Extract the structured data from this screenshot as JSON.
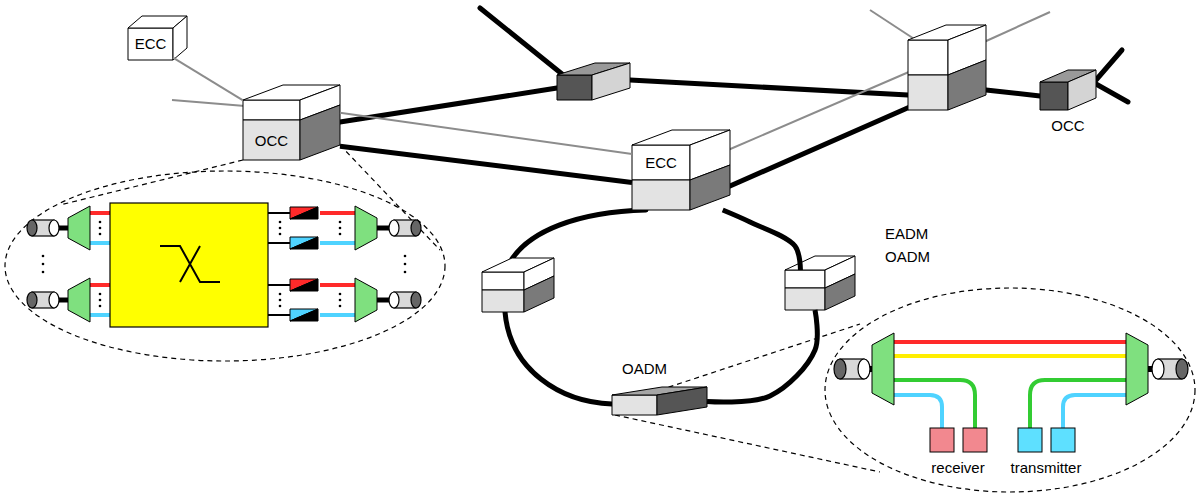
{
  "diagram": {
    "nodes": [
      {
        "text": [
          "ECC"
        ]
      },
      {
        "text": [
          "OCC"
        ]
      },
      {
        "text": [
          "ECC"
        ]
      },
      {
        "text": [
          "OCC"
        ]
      },
      {
        "text": [
          "EADM",
          "OADM"
        ]
      },
      {
        "text": [
          "OADM"
        ]
      }
    ],
    "edges": [
      {
        "from": 0,
        "to": 1,
        "arrow": "none"
      },
      {
        "from": 1,
        "to": 2,
        "arrow": "none"
      },
      {
        "from": 1,
        "to": 2,
        "arrow": "none"
      },
      {
        "from": 2,
        "to": 4,
        "arrow": "none"
      },
      {
        "from": 4,
        "to": 5,
        "arrow": "none"
      }
    ],
    "labels": [
      "receiver",
      "transmitter"
    ]
  }
}
